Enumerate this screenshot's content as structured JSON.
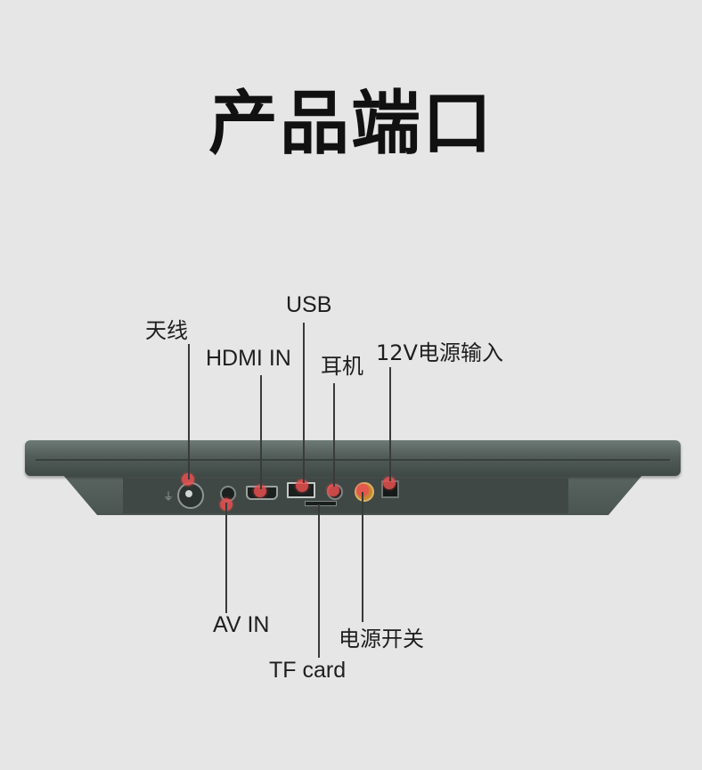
{
  "title": "产品端口",
  "ports": {
    "antenna": "天线",
    "hdmi_in": "HDMI IN",
    "usb": "USB",
    "earphone": "耳机",
    "power_in": "12V电源输入",
    "av_in": "AV IN",
    "power_switch": "电源开关",
    "tf_card": "TF card"
  },
  "colors": {
    "background": "#e6e6e6",
    "device_body": "#525d5a",
    "marker": "#e85050",
    "leader_line": "#3a3a3a"
  }
}
